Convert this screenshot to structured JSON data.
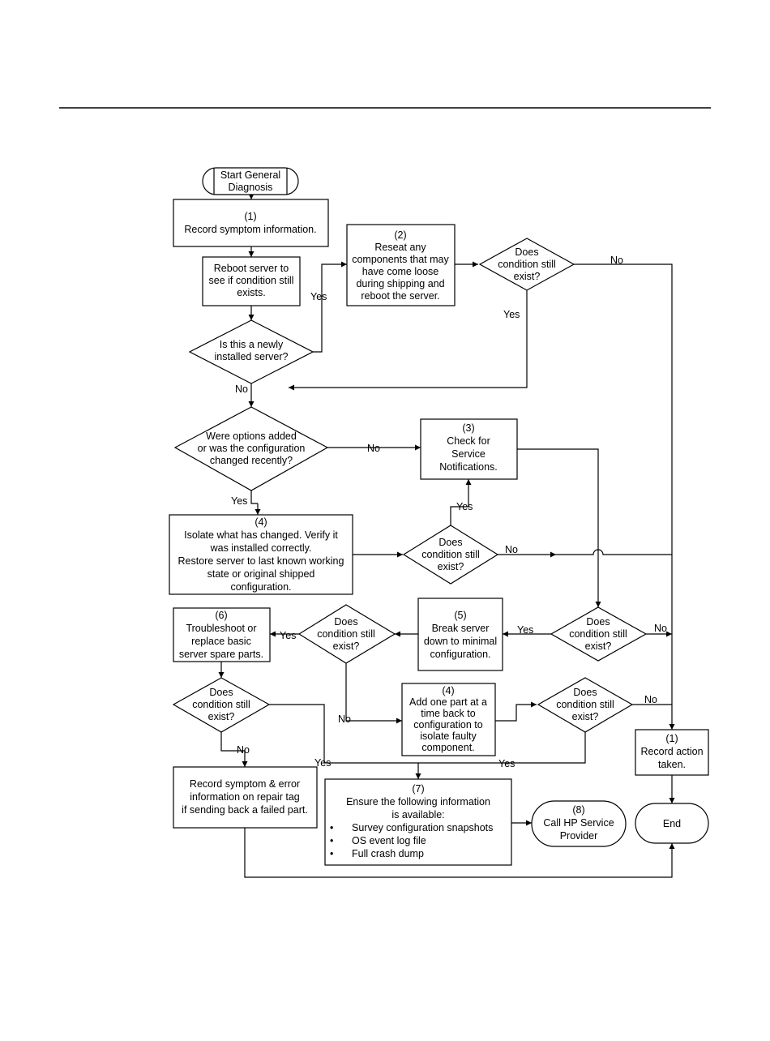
{
  "start": [
    "Start General",
    "Diagnosis"
  ],
  "n1": [
    "(1)",
    "Record symptom information."
  ],
  "reboot": [
    "Reboot server to",
    "see if condition still",
    "exists."
  ],
  "q_new": [
    "Is this a newly",
    "installed server?"
  ],
  "n2": [
    "(2)",
    "Reseat any",
    "components that may",
    "have come loose",
    "during shipping and",
    "reboot the server."
  ],
  "q_exist": [
    "Does",
    "condition still",
    "exist?"
  ],
  "q_options": [
    "Were options added",
    "or was the configuration",
    "changed recently?"
  ],
  "n3": [
    "(3)",
    "Check for",
    "Service",
    "Notifications."
  ],
  "n4a": [
    "(4)",
    "Isolate what has changed. Verify it",
    "was installed correctly.",
    "Restore server to last known working",
    "state or original shipped",
    "configuration."
  ],
  "n5": [
    "(5)",
    "Break server",
    "down to minimal",
    "configuration."
  ],
  "n6": [
    "(6)",
    "Troubleshoot or",
    "replace basic",
    "server spare parts."
  ],
  "n4b": [
    "(4)",
    "Add one part at a",
    "time back to",
    "configuration to",
    "isolate faulty",
    "component."
  ],
  "n1b": [
    "(1)",
    "Record action",
    "taken."
  ],
  "record": [
    "Record symptom & error",
    "information on repair tag",
    "if sending back a failed part."
  ],
  "n7": [
    "(7)",
    "Ensure the following information",
    "is available:"
  ],
  "n7_items": [
    "Survey configuration snapshots",
    "OS event log file",
    "Full crash dump"
  ],
  "bullet": "•",
  "n8": [
    "(8)",
    "Call HP Service",
    "Provider"
  ],
  "end": "End",
  "yes": "Yes",
  "no": "No"
}
